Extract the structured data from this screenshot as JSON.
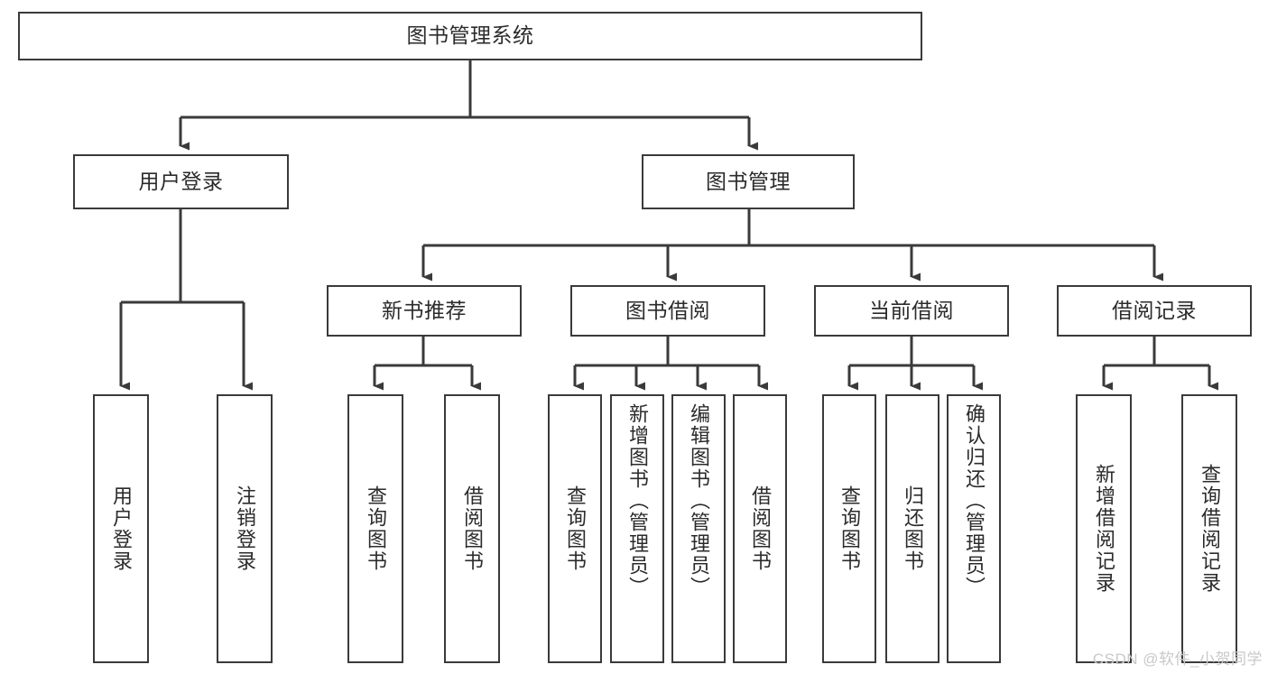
{
  "diagram": {
    "type": "hierarchy-tree",
    "title": "图书管理系统",
    "orientation": "top-down",
    "colors": {
      "box_border": "#3a3a3a",
      "box_fill": "#ffffff",
      "connector": "#3a3a3a",
      "text": "#2b2b2b",
      "watermark": "#c9c9c9",
      "background": "#ffffff"
    },
    "levels": {
      "root": {
        "label": "图书管理系统"
      },
      "branches": [
        {
          "label": "用户登录"
        },
        {
          "label": "图书管理"
        }
      ],
      "modules": [
        {
          "label": "新书推荐"
        },
        {
          "label": "图书借阅"
        },
        {
          "label": "当前借阅"
        },
        {
          "label": "借阅记录"
        }
      ],
      "leaves": {
        "user_login": [
          {
            "label": "用户登录"
          },
          {
            "label": "注销登录"
          }
        ],
        "new_book_recommend": [
          {
            "label": "查询图书"
          },
          {
            "label": "借阅图书"
          }
        ],
        "book_borrow": [
          {
            "label": "查询图书"
          },
          {
            "label": "新增图书（管理员）"
          },
          {
            "label": "编辑图书（管理员）"
          },
          {
            "label": "借阅图书"
          }
        ],
        "current_borrow": [
          {
            "label": "查询图书"
          },
          {
            "label": "归还图书"
          },
          {
            "label": "确认归还（管理员）"
          }
        ],
        "borrow_record": [
          {
            "label": "新增借阅记录"
          },
          {
            "label": "查询借阅记录"
          }
        ]
      }
    },
    "watermark": "CSDN @软件_小贺同学"
  }
}
